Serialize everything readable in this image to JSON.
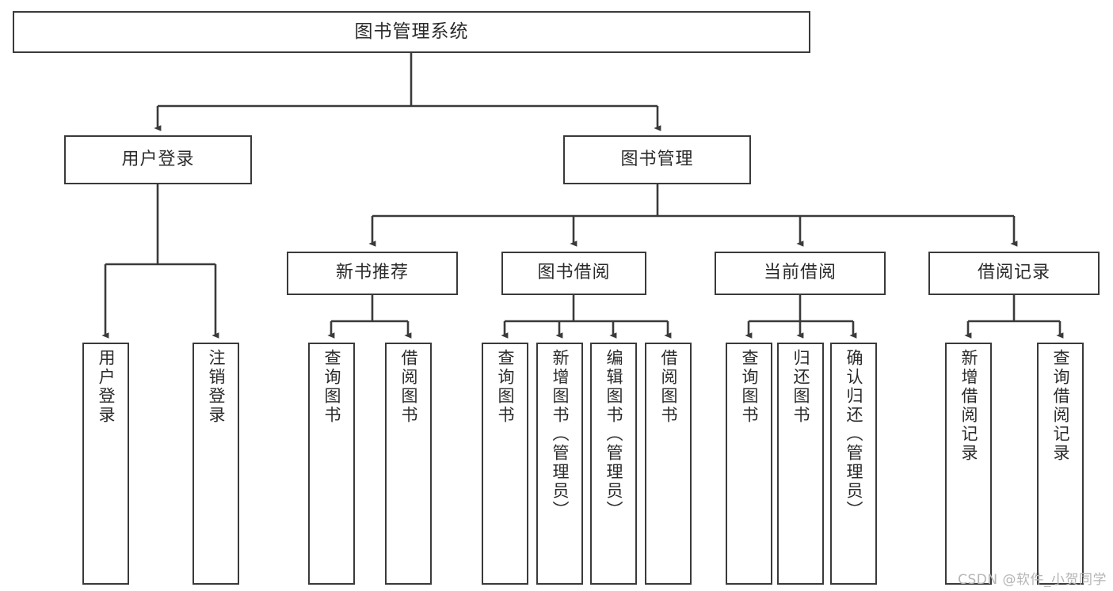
{
  "diagram": {
    "title": "图书管理系统",
    "watermark": "CSDN @软件_小贺同学",
    "stroke_color": "#3a3a3a",
    "text_color": "#2b2b2b",
    "background": "#ffffff",
    "levels": {
      "root": {
        "label": "图书管理系统"
      },
      "level1": [
        {
          "label": "用户登录"
        },
        {
          "label": "图书管理"
        }
      ],
      "level2": [
        {
          "label": "新书推荐"
        },
        {
          "label": "图书借阅"
        },
        {
          "label": "当前借阅"
        },
        {
          "label": "借阅记录"
        }
      ],
      "leaves": {
        "user_login": [
          {
            "label": "用户登录"
          },
          {
            "label": "注销登录"
          }
        ],
        "new_book_recommend": [
          {
            "label": "查询图书"
          },
          {
            "label": "借阅图书"
          }
        ],
        "book_borrow": [
          {
            "label": "查询图书"
          },
          {
            "label": "新增图书（管理员）"
          },
          {
            "label": "编辑图书（管理员）"
          },
          {
            "label": "借阅图书"
          }
        ],
        "current_borrow": [
          {
            "label": "查询图书"
          },
          {
            "label": "归还图书"
          },
          {
            "label": "确认归还（管理员）"
          }
        ],
        "borrow_record": [
          {
            "label": "新增借阅记录"
          },
          {
            "label": "查询借阅记录"
          }
        ]
      }
    }
  }
}
